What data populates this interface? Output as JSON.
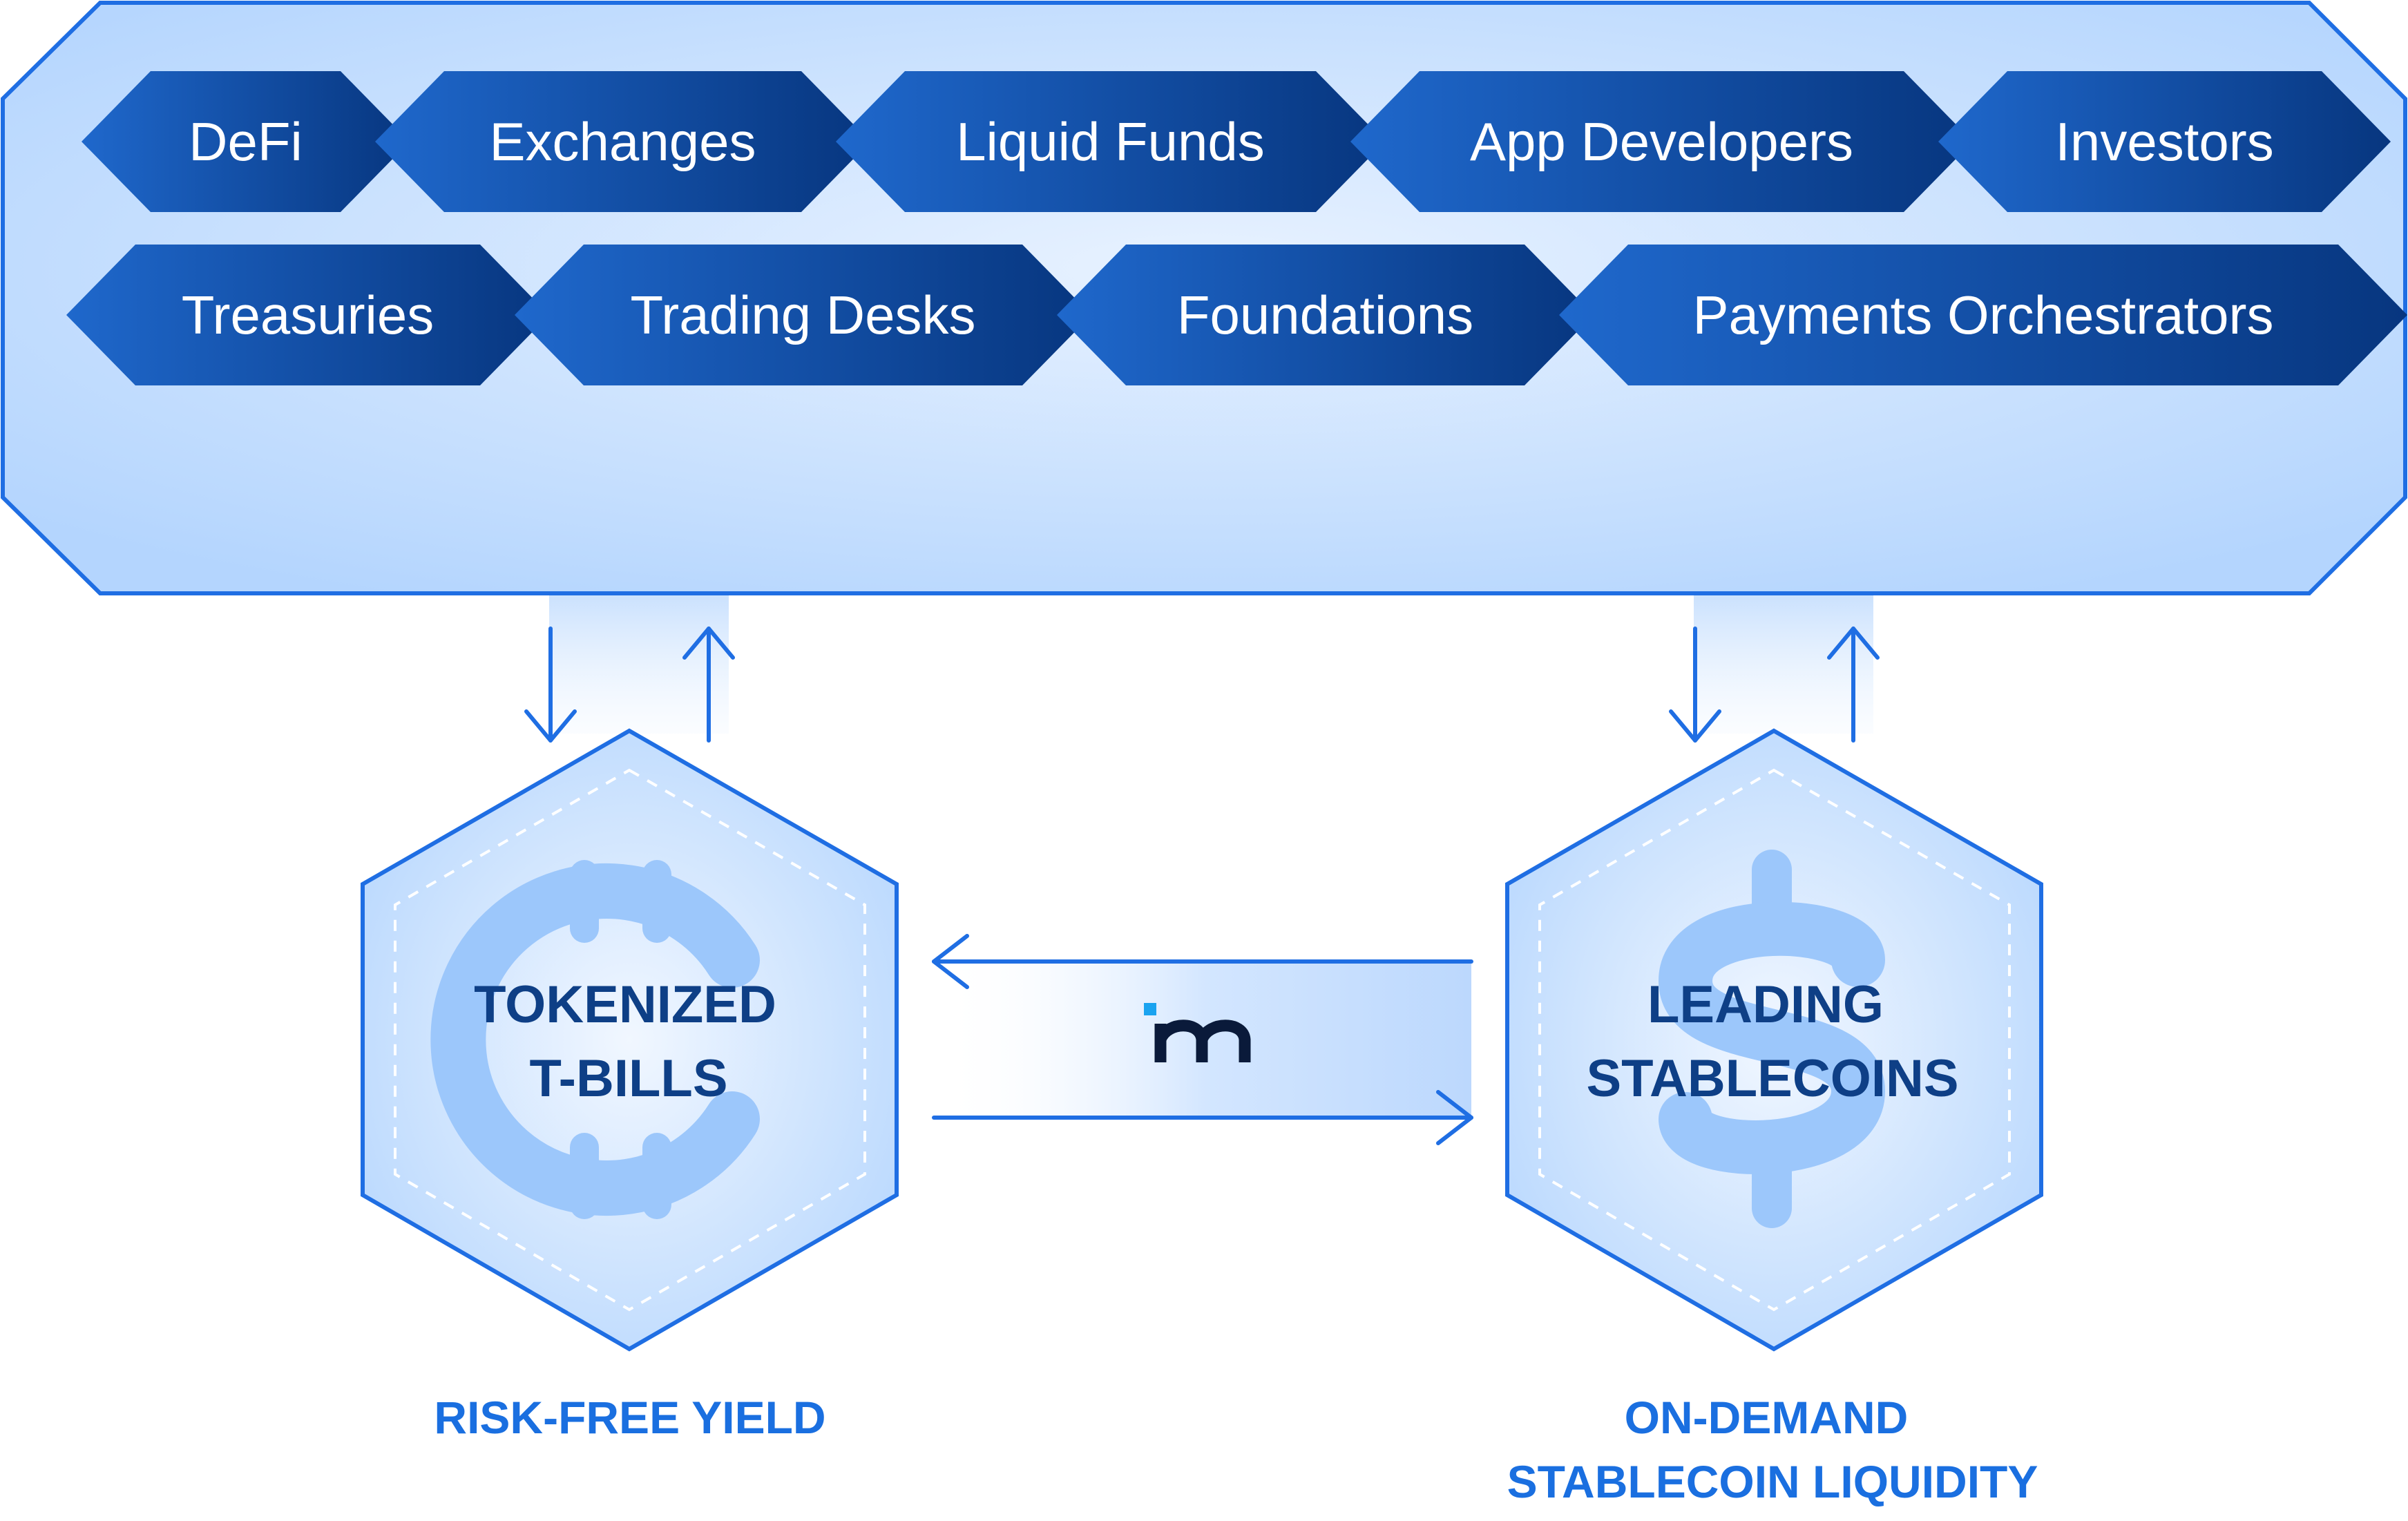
{
  "audiences": [
    {
      "label": "DeFi"
    },
    {
      "label": "Exchanges"
    },
    {
      "label": "Liquid Funds"
    },
    {
      "label": "App Developers"
    },
    {
      "label": "Investors"
    },
    {
      "label": "Treasuries"
    },
    {
      "label": "Trading Desks"
    },
    {
      "label": "Foundations"
    },
    {
      "label": "Payments Orchestrators"
    }
  ],
  "left_hex": {
    "line1": "TOKENIZED",
    "line2": "T-BILLS",
    "caption": "RISK-FREE YIELD",
    "icon": "cent-coin-icon"
  },
  "right_hex": {
    "line1": "LEADING",
    "line2": "STABLECOINS",
    "caption_line1": "ON-DEMAND",
    "caption_line2": "STABLECOIN LIQUIDITY",
    "icon": "dollar-sign-icon"
  },
  "center_logo": "m-logo-icon",
  "colors": {
    "tag_dark": "#0a3a85",
    "tag_light": "#1e68cc",
    "outline": "#1f6ee3",
    "panel_fill": "#b7d7ff",
    "text_dark": "#0e3f86",
    "caption": "#1a6fe0",
    "logo_dot": "#1aa3f0"
  }
}
